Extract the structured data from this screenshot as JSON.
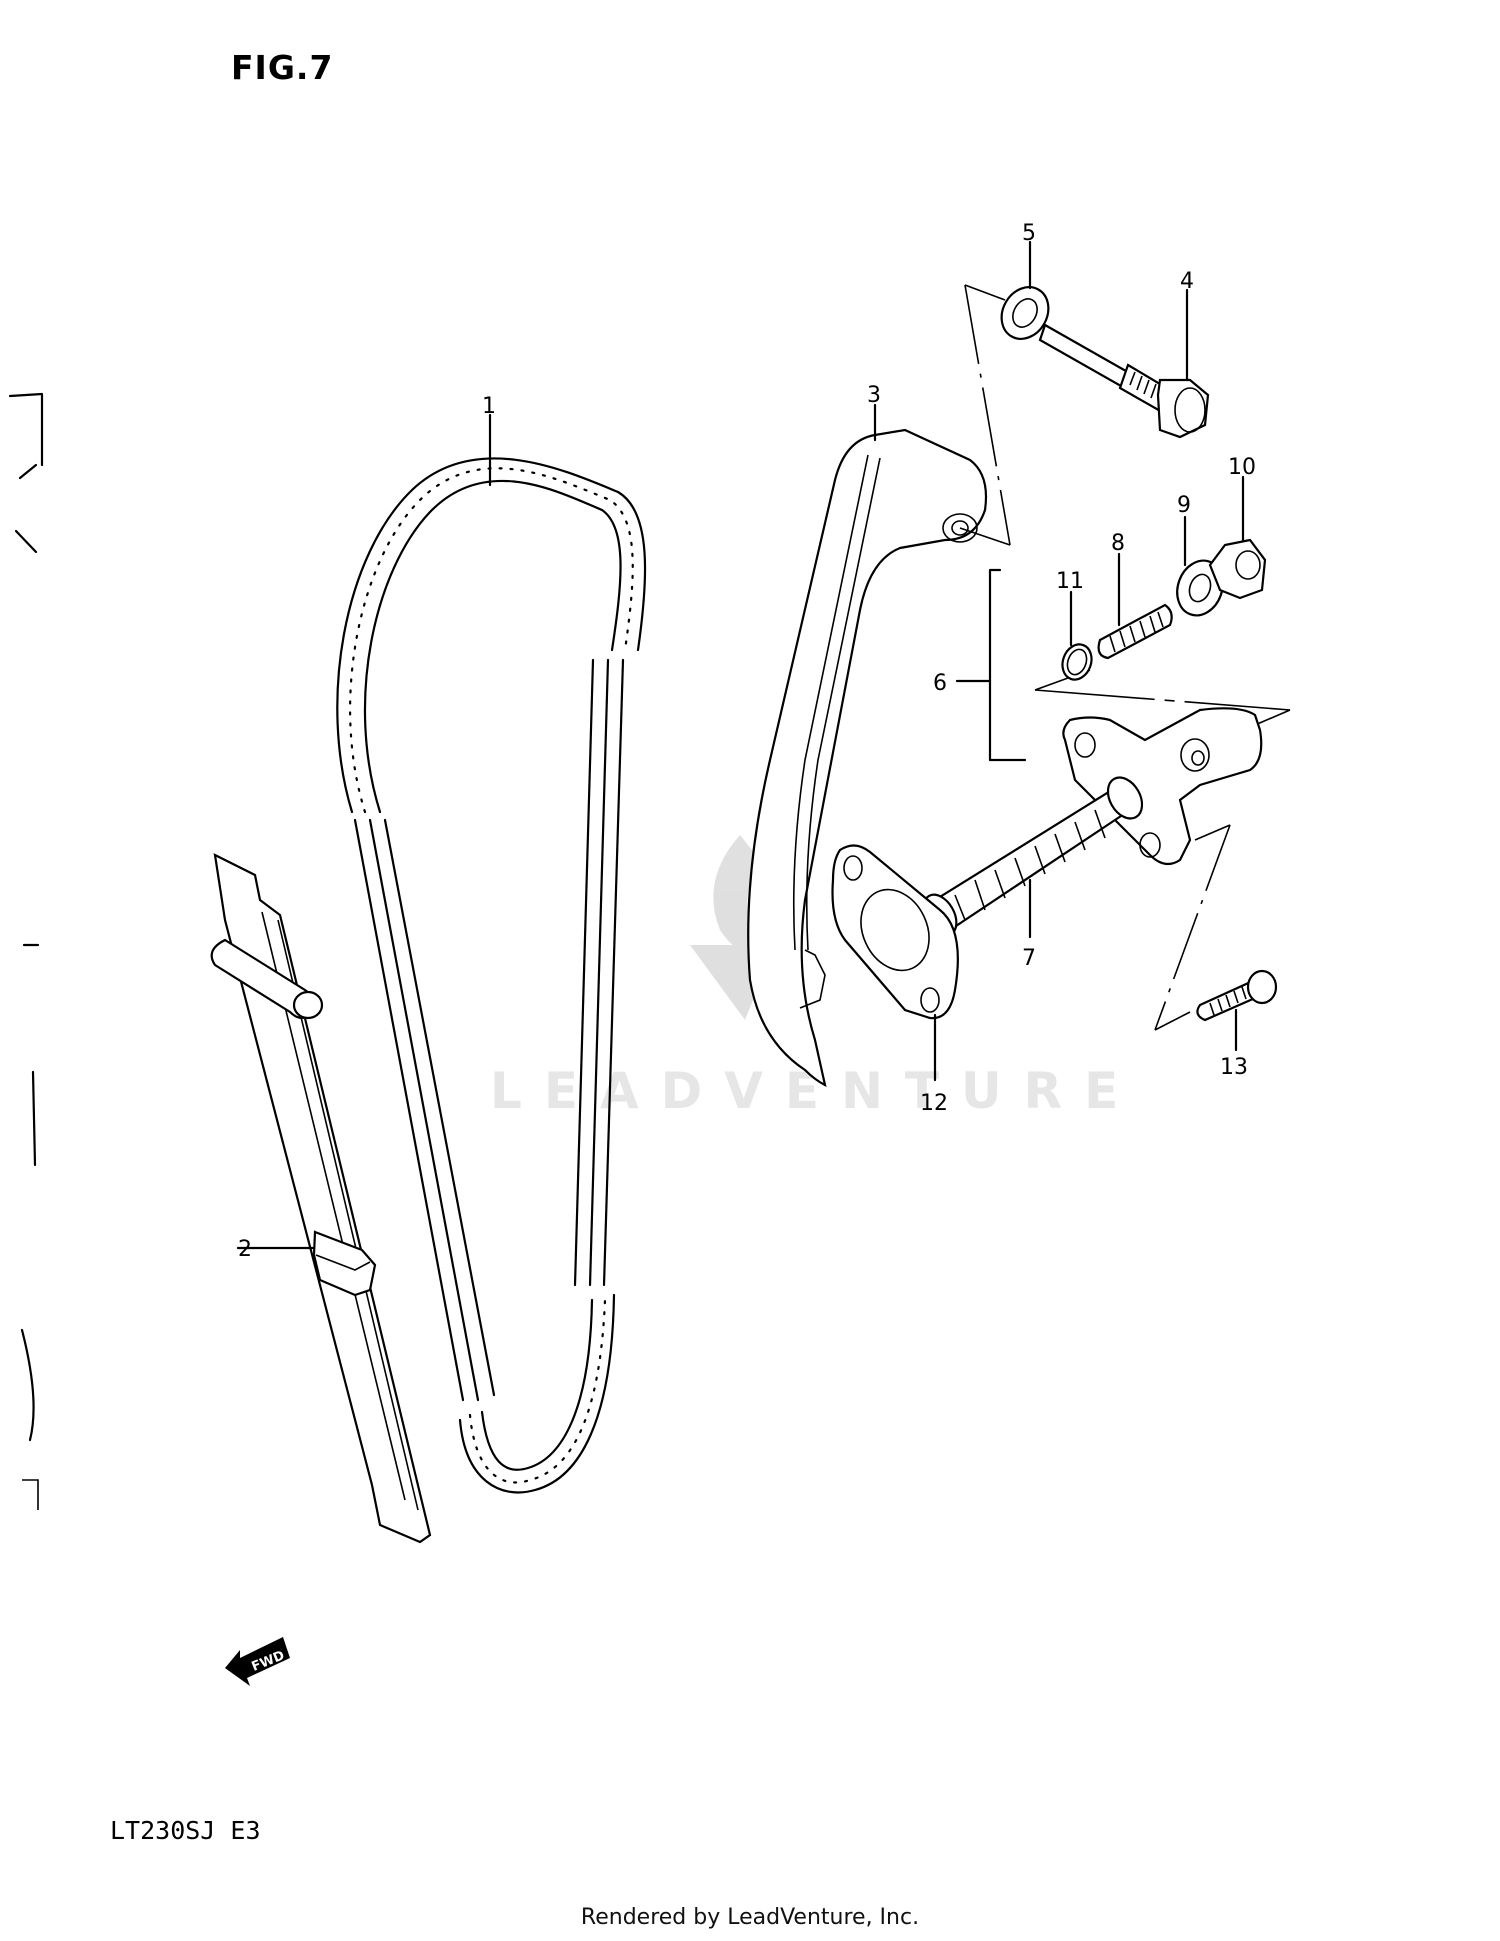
{
  "figure": {
    "title": "FIG.7",
    "model_code": "LT230SJ  E3",
    "footer": "Rendered by LeadVenture, Inc.",
    "watermark": "LEADVENTURE",
    "direction_marker": "FWD"
  },
  "callouts": [
    {
      "number": "1",
      "part": "cam-chain"
    },
    {
      "number": "2",
      "part": "chain-guide-front"
    },
    {
      "number": "3",
      "part": "chain-tensioner-arm"
    },
    {
      "number": "4",
      "part": "tensioner-arm-bolt"
    },
    {
      "number": "5",
      "part": "washer"
    },
    {
      "number": "6",
      "part": "tensioner-assembly"
    },
    {
      "number": "7",
      "part": "tensioner-spring-plunger"
    },
    {
      "number": "8",
      "part": "adjuster-screw"
    },
    {
      "number": "9",
      "part": "washer"
    },
    {
      "number": "10",
      "part": "nut"
    },
    {
      "number": "11",
      "part": "o-ring"
    },
    {
      "number": "12",
      "part": "tensioner-gasket"
    },
    {
      "number": "13",
      "part": "bolt"
    }
  ],
  "labels": {
    "c1": "1",
    "c2": "2",
    "c3": "3",
    "c4": "4",
    "c5": "5",
    "c6": "6",
    "c7": "7",
    "c8": "8",
    "c9": "9",
    "c10": "10",
    "c11": "11",
    "c12": "12",
    "c13": "13"
  }
}
